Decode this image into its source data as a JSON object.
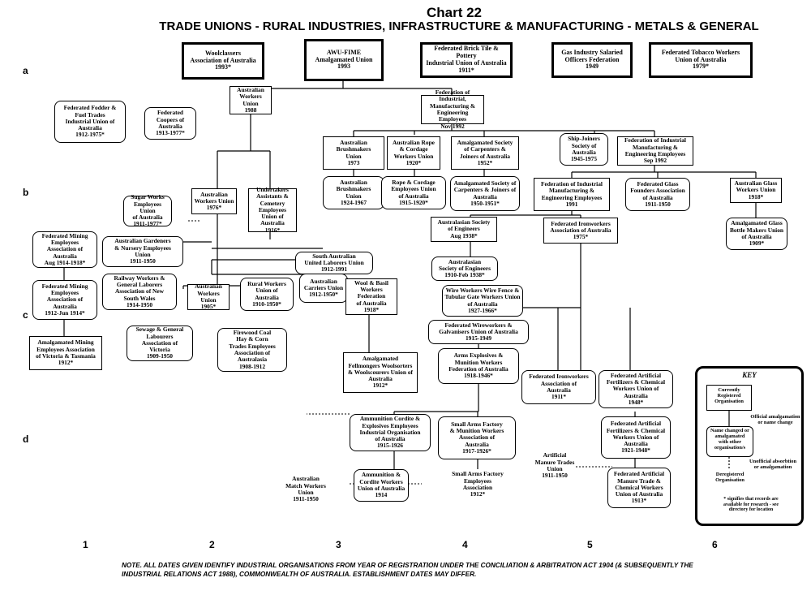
{
  "title": "Chart 22",
  "subtitle": "TRADE UNIONS - RURAL INDUSTRIES, INFRASTRUCTURE & MANUFACTURING - METALS & GENERAL",
  "row_labels": [
    "a",
    "b",
    "c",
    "d"
  ],
  "column_labels": [
    "1",
    "2",
    "3",
    "4",
    "5",
    "6"
  ],
  "note": "NOTE. ALL DATES GIVEN IDENTIFY INDUSTRIAL ORGANISATIONS FROM YEAR OF REGISTRATION UNDER THE CONCILIATION & ARBITRATION ACT 1904 (& SUBSEQUENTLY THE INDUSTRIAL RELATIONS ACT 1988), COMMONWEALTH OF AUSTRALIA. ESTABLISHMENT DATES MAY DIFFER.",
  "nodes": [
    {
      "id": "woolclassers",
      "text": "Woolclassers\nAssociation of Australia\n1993*",
      "style": "top"
    },
    {
      "id": "awu_fime",
      "text": "AWU-FIME\nAmalgamated Union\n1993",
      "style": "top"
    },
    {
      "id": "brick_tile",
      "text": "Federated Brick Tile & Pottery\nIndustrial Union of Australia\n1911*",
      "style": "top"
    },
    {
      "id": "gas_industry",
      "text": "Gas Industry Salaried\nOfficers Federation\n1949",
      "style": "top"
    },
    {
      "id": "tobacco",
      "text": "Federated Tobacco Workers\nUnion of Australia\n1979*",
      "style": "top"
    },
    {
      "id": "awu_1988",
      "text": "Australian\nWorkers Union\n1988",
      "style": "current"
    },
    {
      "id": "fime",
      "text": "Federation of Industrial,\nManufacturing &\nEngineering Employees\nNov 1992",
      "style": "current"
    },
    {
      "id": "fodder",
      "text": "Federated Fodder &\nFuel Trades\nIndustrial Union of\nAustralia\n1912-1975*",
      "style": "changed"
    },
    {
      "id": "coopers",
      "text": "Federated\nCoopers of\nAustralia\n1913-1977*",
      "style": "changed"
    },
    {
      "id": "brushmakers_1973",
      "text": "Australian\nBrushmakers\nUnion\n1973",
      "style": "current"
    },
    {
      "id": "rope_1920",
      "text": "Australian Rope\n& Cordage\nWorkers Union\n1920*",
      "style": "current"
    },
    {
      "id": "carpenters_1952",
      "text": "Amalgamated Society\nof Carpenters &\nJoiners of Australia\n1952*",
      "style": "current"
    },
    {
      "id": "shipjoiners",
      "text": "Ship-Joiners\nSociety of\nAustralia\n1945-1975",
      "style": "changed"
    },
    {
      "id": "fime_1992",
      "text": "Federation of Industrial\nManufacturing &\nEngineering Employees\nSep 1992",
      "style": "current"
    },
    {
      "id": "brushmakers_old",
      "text": "Australian\nBrushmakers\nUnion\n1924-1967",
      "style": "changed"
    },
    {
      "id": "rope_old",
      "text": "Rope & Cordage\nEmployees Union\nof Australia\n1915-1920*",
      "style": "changed"
    },
    {
      "id": "carpenters_old",
      "text": "Amalgamated Society of\nCarpenters & Joiners of\nAustralia\n1950-1951*",
      "style": "changed"
    },
    {
      "id": "fime_1991",
      "text": "Federation of Industrial\nManufacturing &\nEngineering Employees\n1991",
      "style": "current"
    },
    {
      "id": "glass_founders",
      "text": "Federated Glass\nFounders Association\nof Australia\n1911-1950",
      "style": "changed"
    },
    {
      "id": "glass_workers",
      "text": "Australian Glass\nWorkers Union\n1918*",
      "style": "current"
    },
    {
      "id": "awu_1976",
      "text": "Australian\nWorkers Union\n1976*",
      "style": "current"
    },
    {
      "id": "undertakers",
      "text": "Undertakers\nAssistants &\nCemetery\nEmployees Union of\nAustralia\n1916*",
      "style": "current"
    },
    {
      "id": "sugar",
      "text": "Sugar Works\nEmployees Union\nof Australia\n1911-1977*",
      "style": "changed"
    },
    {
      "id": "eng_society_1938",
      "text": "Australasian Society\nof Engineers\nAug 1938*",
      "style": "current"
    },
    {
      "id": "ironworkers_1975",
      "text": "Federated Ironworkers\nAssociation of Australia\n1975*",
      "style": "current"
    },
    {
      "id": "glass_bottle",
      "text": "Amalgamated Glass\nBottle Makers Union\nof Australia\n1909*",
      "style": "changed"
    },
    {
      "id": "mining_1914",
      "text": "Federated Mining\nEmployees\nAssociation of\nAustralia\nAug 1914-1918*",
      "style": "changed"
    },
    {
      "id": "gardeners",
      "text": "Australian Gardeners\n& Nursery Employees\nUnion\n1911-1950",
      "style": "changed"
    },
    {
      "id": "sa_laborers",
      "text": "South Australian\nUnited Laborers Union\n1912-1991",
      "style": "changed"
    },
    {
      "id": "eng_society_old",
      "text": "Australasian\nSociety of Engineers\n1910-Feb 1938*",
      "style": "changed"
    },
    {
      "id": "mining_1912",
      "text": "Federated Mining\nEmployees\nAssociation of\nAustralia\n1912-Jun 1914*",
      "style": "changed"
    },
    {
      "id": "railway",
      "text": "Railway Workers &\nGeneral Laborers\nAssociation of New\nSouth Wales\n1914-1950",
      "style": "changed"
    },
    {
      "id": "awu_1905",
      "text": "Australian\nWorkers Union\n1905*",
      "style": "current"
    },
    {
      "id": "rural_workers",
      "text": "Rural Workers\nUnion of\nAustralia\n1910-1950*",
      "style": "changed"
    },
    {
      "id": "carriers",
      "text": "Australian\nCarriers Union\n1912-1950*",
      "style": "changed"
    },
    {
      "id": "wool_basil",
      "text": "Wool & Basil\nWorkers Federation\nof Australia\n1918*",
      "style": "current"
    },
    {
      "id": "wire_workers",
      "text": "Wire Workers Wire Fence &\nTubular Gate Workers Union\nof Australia\n1927-1966*",
      "style": "changed"
    },
    {
      "id": "amalg_mining",
      "text": "Amalgamated Mining\nEmployees Association\nof Victoria & Tasmania\n1912*",
      "style": "current"
    },
    {
      "id": "sewage",
      "text": "Sewage & General\nLabourers\nAssociation of\nVictoria\n1909-1950",
      "style": "changed"
    },
    {
      "id": "firewood",
      "text": "Firewood Coal\nHay & Corn\nTrades Employees\nAssociation of\nAustralasia\n1908-1912",
      "style": "changed"
    },
    {
      "id": "wireworkers_galv",
      "text": "Federated Wireworkers &\nGalvanisers Union of Australia\n1915-1949",
      "style": "changed"
    },
    {
      "id": "fellmongers",
      "text": "Amalgamated\nFellmongers Woolsorters\n& Woolscourers Union of\nAustralia\n1912*",
      "style": "current"
    },
    {
      "id": "arms_explosives",
      "text": "Arms Explosives &\nMunition Workers\nFederation of Australia\n1918-1946*",
      "style": "changed"
    },
    {
      "id": "ironworkers_1911",
      "text": "Federated Ironworkers\nAssociation of\nAustralia\n1911*",
      "style": "changed"
    },
    {
      "id": "fertilizers_1948",
      "text": "Federated Artificial\nFertilizers & Chemical\nWorkers Union of\nAustralia\n1948*",
      "style": "changed"
    },
    {
      "id": "ammunition_cordite",
      "text": "Ammunition Cordite &\nExplosives Employees\nIndustrial Organisation\nof Australia\n1915-1926",
      "style": "changed"
    },
    {
      "id": "small_arms_1917",
      "text": "Small Arms Factory\n& Munition Workers\nAssociation of\nAustralia\n1917-1926*",
      "style": "changed"
    },
    {
      "id": "fertilizers_1921",
      "text": "Federated Artificial\nFertilizers & Chemical\nWorkers Union of\nAustralia\n1921-1948*",
      "style": "changed"
    },
    {
      "id": "manure_1911",
      "text": "Artificial\nManure Trades\nUnion\n1911-1950",
      "style": "dereg"
    },
    {
      "id": "match_workers",
      "text": "Australian\nMatch Workers\nUnion\n1911-1950",
      "style": "dereg"
    },
    {
      "id": "ammunition_1914",
      "text": "Ammunition &\nCordite Workers\nUnion of Australia\n1914",
      "style": "changed"
    },
    {
      "id": "small_arms_1912",
      "text": "Small Arms Factory\nEmployees\nAssociation\n1912*",
      "style": "dereg"
    },
    {
      "id": "manure_1913",
      "text": "Federated Artificial\nManure Trade &\nChemical Workers\nUnion of Australia\n1913*",
      "style": "changed"
    }
  ],
  "key": {
    "title": "KEY",
    "current": "Currently\nRegistered\nOrganisation",
    "official": "Official amalgamation\nor name change",
    "changed": "Name changed or\namalgamated\nwith other\norganisation/s",
    "unofficial": "Unofficial absorbtion\nor amalgamation",
    "dereg": "Deregistered\nOrganisation",
    "note": "* signifies that records are\navailable for research - see\ndirectory for location"
  }
}
